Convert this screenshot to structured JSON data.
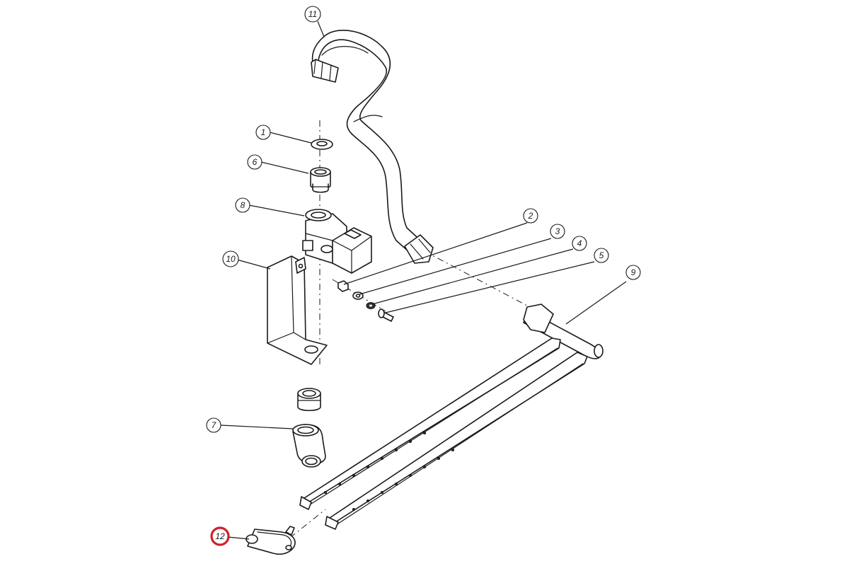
{
  "callouts": {
    "c1": "1",
    "c2": "2",
    "c3": "3",
    "c4": "4",
    "c5": "5",
    "c6": "6",
    "c7": "7",
    "c8": "8",
    "c9": "9",
    "c10": "10",
    "c11": "11",
    "c12": "12"
  },
  "highlight": {
    "callout": "12",
    "color": "#d0202a"
  },
  "colors": {
    "line": "#1a1a1a",
    "background": "#ffffff"
  }
}
